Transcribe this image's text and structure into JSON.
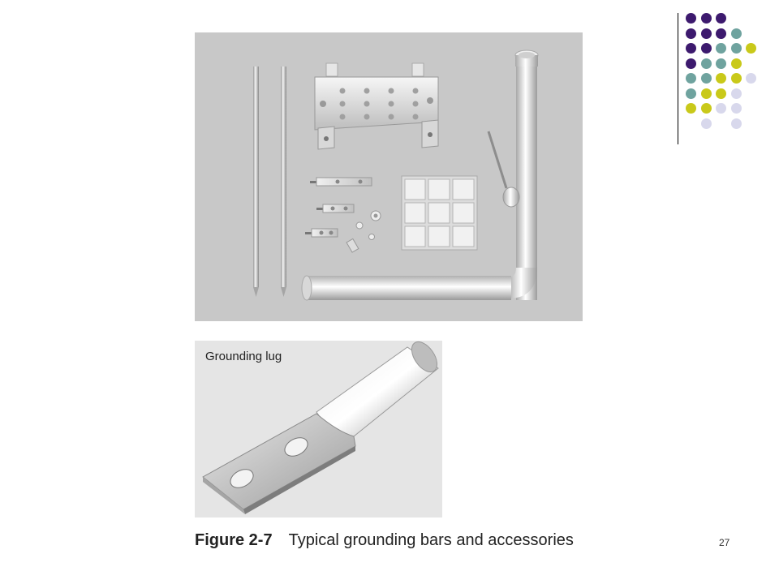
{
  "figure": {
    "lug_label": "Grounding lug",
    "caption_number": "Figure 2-7",
    "caption_text": "Typical grounding bars and accessories"
  },
  "page_number": "27",
  "colors": {
    "dark_purple": "#3d1a6e",
    "teal": "#6fa39f",
    "yellow_green": "#c9c91a",
    "lavender": "#d8d8ec",
    "panel_gray": "#c8c8c8",
    "lug_panel": "#e5e5e5"
  },
  "icons": [
    "ground-rod-icon",
    "ground-bar-icon",
    "ground-grid-icon",
    "ground-pipe-icon",
    "grounding-lug-icon"
  ]
}
